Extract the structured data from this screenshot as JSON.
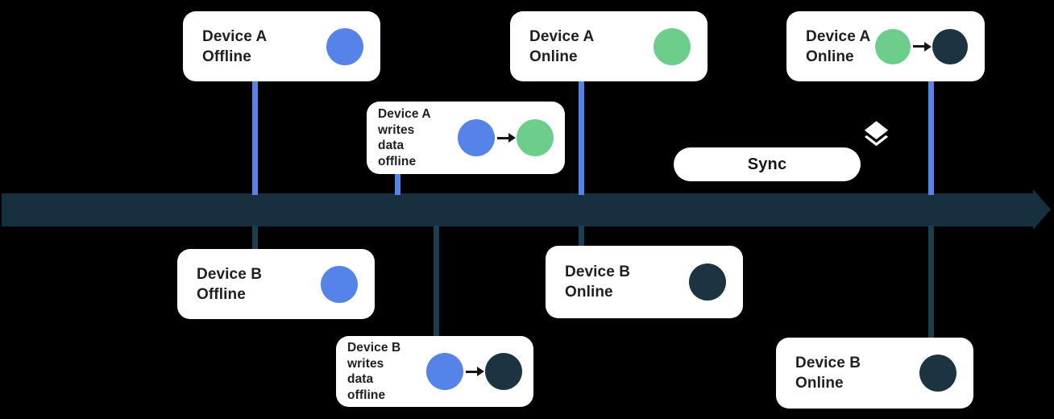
{
  "colors": {
    "bg": "#000000",
    "card": "#FFFFFF",
    "text": "#1F1F1F",
    "blue": "#5583E8",
    "green": "#6DCE8C",
    "dark": "#1C3442",
    "timeline": "#16303F",
    "connector": "#1E3D4E"
  },
  "sync": {
    "label": "Sync"
  },
  "cards": [
    {
      "text": "Device A\nOffline",
      "dots": [
        "blue"
      ]
    },
    {
      "text": "Device A\nwrites\ndata\noffline",
      "dots": [
        "blue",
        "green"
      ]
    },
    {
      "text": "Device A\nOnline",
      "dots": [
        "green"
      ]
    },
    {
      "text": "Device A\nOnline",
      "dots": [
        "green",
        "dark"
      ]
    },
    {
      "text": "Device B\nOffline",
      "dots": [
        "blue"
      ]
    },
    {
      "text": "Device B\nwrites\ndata\noffline",
      "dots": [
        "blue",
        "dark"
      ]
    },
    {
      "text": "Device B\nOnline",
      "dots": [
        "dark"
      ]
    },
    {
      "text": "Device B\nOnline",
      "dots": [
        "dark"
      ]
    }
  ]
}
